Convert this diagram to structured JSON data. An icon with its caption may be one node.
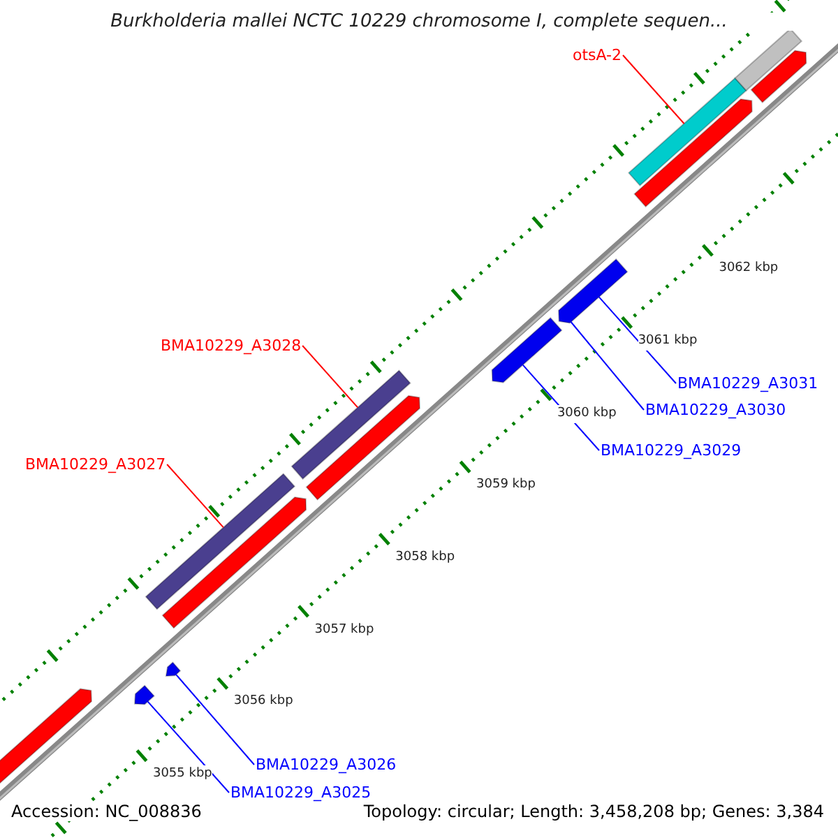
{
  "diagram": {
    "title": "Burkholderia mallei NCTC 10229 chromosome I, complete sequen...",
    "nodes": [
      {
        "text": [
          "otsA-2"
        ]
      },
      {
        "text": [],
        "shape": "bar"
      },
      {
        "text": [
          "BMA10229_A3028"
        ]
      },
      {
        "text": [],
        "shape": "bar"
      },
      {
        "text": [
          "BMA10229_A3031"
        ]
      },
      {
        "text": [],
        "shape": "arrow"
      },
      {
        "text": [
          "BMA10229_A3030"
        ]
      },
      {
        "text": [
          "BMA10229_A3027"
        ]
      },
      {
        "text": [],
        "shape": "bar"
      },
      {
        "text": [
          "BMA10229_A3029"
        ]
      },
      {
        "text": [],
        "shape": "arrow"
      },
      {
        "text": [
          "BMA10229_A3026"
        ]
      },
      {
        "text": [],
        "shape": "arrow"
      },
      {
        "text": [
          "BMA10229_A3025"
        ]
      },
      {
        "text": [],
        "shape": "arrow"
      },
      {
        "text": [],
        "shape": "bar"
      },
      {
        "text": [],
        "shape": "arrow"
      },
      {
        "text": [],
        "shape": "arrow"
      },
      {
        "text": [],
        "shape": "arrow"
      },
      {
        "text": [],
        "shape": "arrow"
      },
      {
        "text": [],
        "shape": "arrow"
      }
    ],
    "edges": [
      {
        "from": 0,
        "to": 1,
        "arrow": "none",
        "color": "#ff0000"
      },
      {
        "from": 2,
        "to": 3,
        "arrow": "none",
        "color": "#ff0000"
      },
      {
        "from": 4,
        "to": 5,
        "arrow": "none"
      },
      {
        "from": 6,
        "to": 5,
        "arrow": "none"
      },
      {
        "from": 7,
        "to": 8,
        "arrow": "none",
        "color": "#ff0000"
      },
      {
        "from": 9,
        "to": 10,
        "arrow": "none"
      },
      {
        "from": 11,
        "to": 12,
        "arrow": "none"
      },
      {
        "from": 13,
        "to": 14,
        "arrow": "none"
      }
    ],
    "labels": [
      "3062 kbp",
      "3061 kbp",
      "3060 kbp",
      "3059 kbp",
      "3058 kbp",
      "3057 kbp",
      "3056 kbp",
      "3055 kbp",
      "Accession: NC_008836",
      "Topology: circular; Length: 3,458,208 bp; Genes: 3,384"
    ]
  }
}
